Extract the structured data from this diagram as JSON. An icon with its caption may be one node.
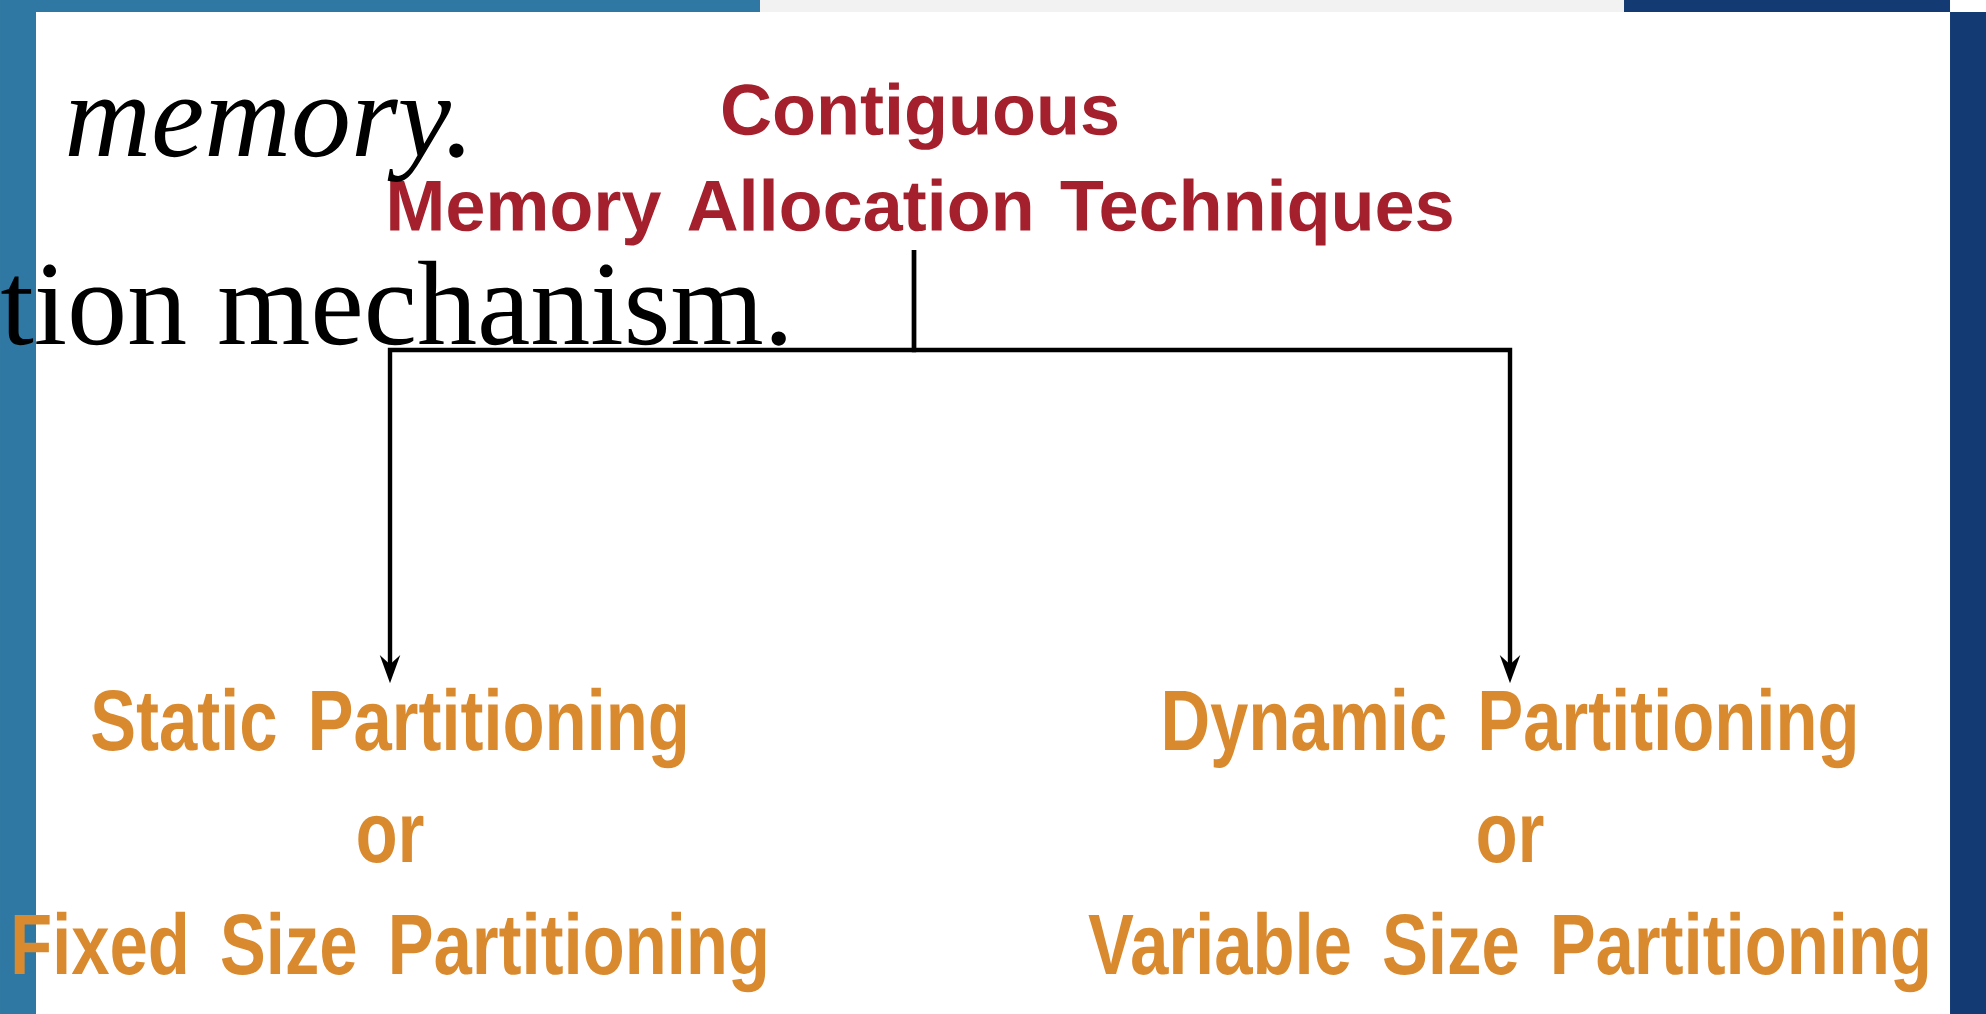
{
  "diagram": {
    "nodes": [
      {
        "text": [
          "Contiguous Memory Allocation Techniques"
        ]
      },
      {
        "text": [
          "Static Partitioning or Fixed Size Partitioning"
        ]
      },
      {
        "text": [
          "Dynamic Partitioning or Variable Size Partitioning"
        ]
      }
    ],
    "edges": [
      {
        "from": 0,
        "to": 1,
        "arrow": "to"
      },
      {
        "from": 0,
        "to": 2,
        "arrow": "to"
      }
    ],
    "labels": [
      "memory.",
      "tion mechanism."
    ]
  }
}
